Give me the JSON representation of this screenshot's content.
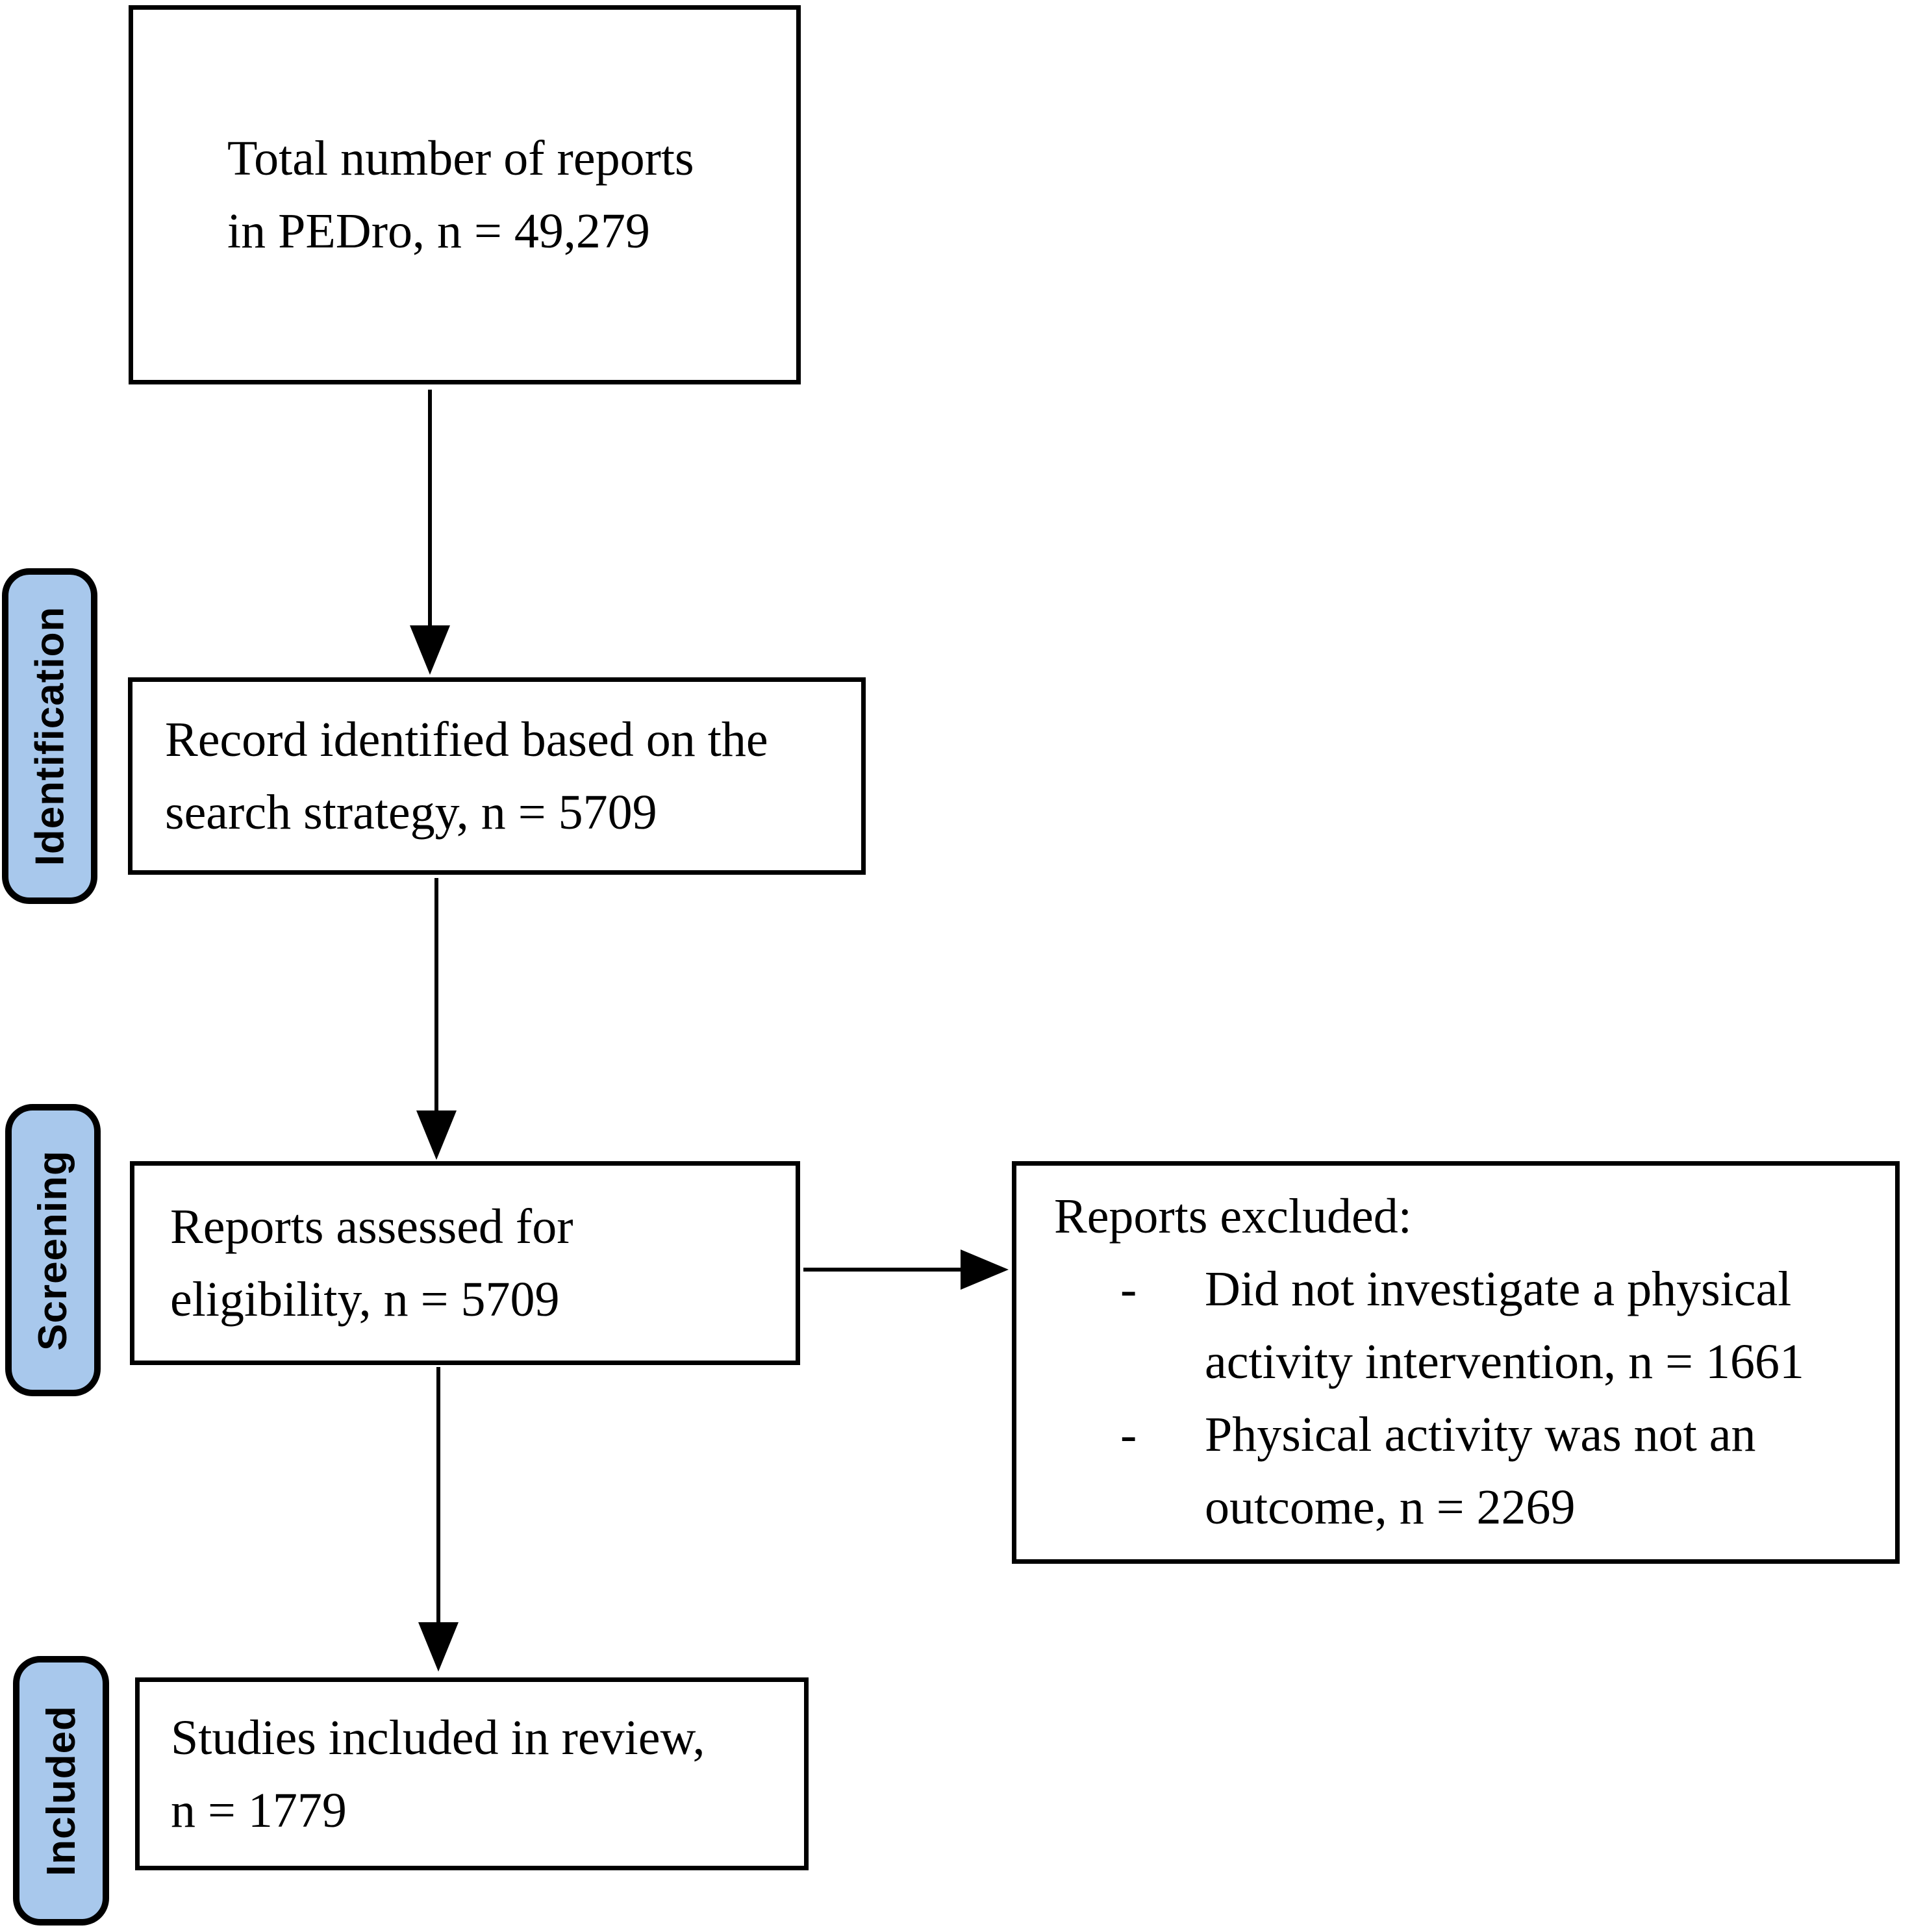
{
  "diagram": {
    "stages": [
      {
        "label": "Identification"
      },
      {
        "label": "Screening"
      },
      {
        "label": "Included"
      }
    ],
    "boxes": {
      "total": {
        "lines": [
          "Total number of reports",
          "in PEDro, n = 49,279"
        ]
      },
      "identified": {
        "lines": [
          "Record identified based on the",
          "search strategy, n = 5709"
        ]
      },
      "assessed": {
        "lines": [
          "Reports assessed for",
          "eligibility, n = 5709"
        ]
      },
      "included": {
        "lines": [
          "Studies included in review,",
          "n = 1779"
        ]
      },
      "excluded": {
        "title": "Reports excluded:",
        "items": [
          {
            "dash": "-",
            "lines": [
              "Did not investigate a physical",
              "activity intervention, n = 1661"
            ]
          },
          {
            "dash": "-",
            "lines": [
              "Physical activity was not an",
              "outcome, n = 2269"
            ]
          }
        ]
      }
    },
    "colors": {
      "stage_fill": "#A8C8EC",
      "stroke": "#000000"
    }
  }
}
